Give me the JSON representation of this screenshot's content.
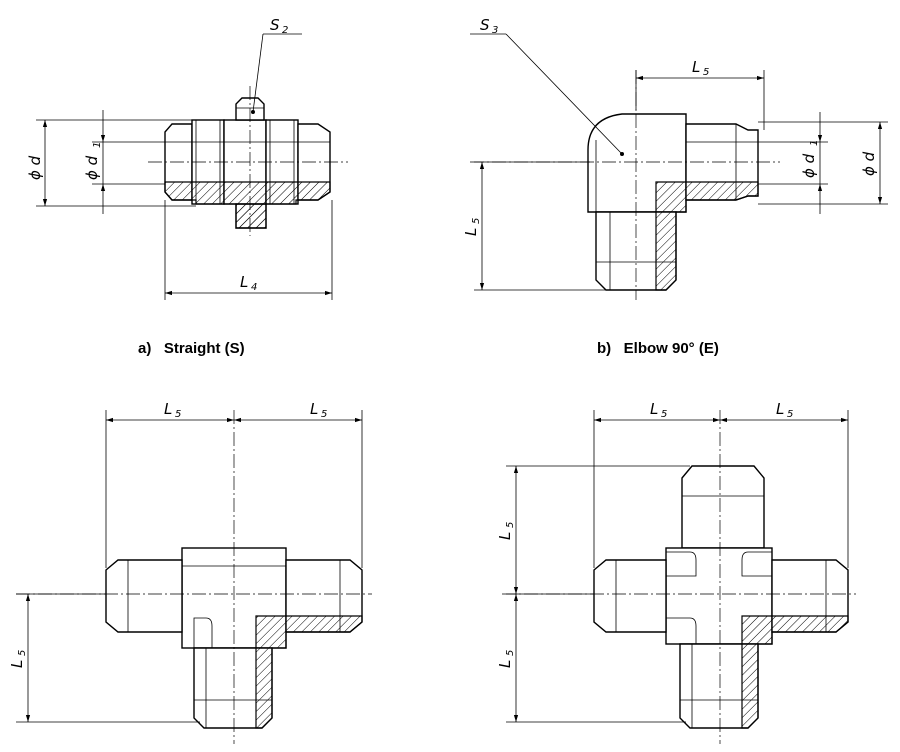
{
  "captions": {
    "a": "a)   Straight (S)",
    "b": "b)   Elbow 90° (E)"
  },
  "labels": {
    "s2_letter": "S",
    "s2_sub": "2",
    "s3_letter": "S",
    "s3_sub": "3",
    "phi_d": "ϕ d",
    "phi_d1": "ϕ d",
    "d1_sub": "1",
    "L_letter": "L",
    "L4_sub": "4",
    "L5_sub": "5"
  },
  "colors": {
    "ink": "#000000",
    "paper": "#ffffff"
  }
}
